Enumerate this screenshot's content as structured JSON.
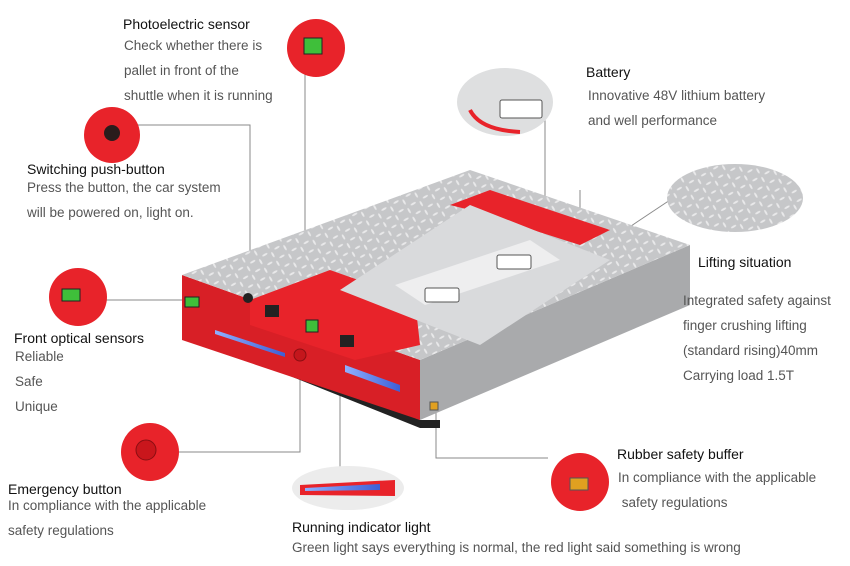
{
  "callouts": {
    "photoelectric": {
      "title": "Photoelectric sensor",
      "lines": [
        "Check whether there is",
        "pallet in front of the",
        "shuttle when it is running"
      ]
    },
    "switching": {
      "title": "Switching push-button",
      "lines": [
        "Press the button, the car system",
        "will be powered on, light on."
      ]
    },
    "front_optical": {
      "title": "Front optical sensors",
      "lines": [
        "Reliable",
        "Safe",
        "Unique"
      ]
    },
    "emergency": {
      "title": "Emergency button",
      "lines": [
        "In compliance with the applicable",
        "safety regulations"
      ]
    },
    "running_light": {
      "title": "Running indicator light",
      "lines": [
        "Green light says everything is normal, the red light said something is wrong"
      ]
    },
    "battery": {
      "title": "Battery",
      "lines": [
        "Innovative 48V lithium battery",
        "and well performance"
      ]
    },
    "lifting": {
      "title": "Lifting situation",
      "lines": [
        "Integrated safety against",
        "finger crushing lifting",
        "(standard rising)40mm",
        "Carrying load 1.5T"
      ]
    },
    "rubber": {
      "title": "Rubber safety buffer",
      "lines": [
        "In compliance with the applicable",
        " safety regulations"
      ]
    }
  },
  "colors": {
    "body_red": "#e8232a",
    "plate_silver": "#cfd0d2",
    "plate_grey": "#b9babc",
    "sensor_green": "#3fbf3a",
    "indicator_blue": "#5b7be8",
    "leader_line": "#8a8a8a"
  },
  "icons": [
    "photoelectric-sensor-zoom",
    "push-button-zoom",
    "optical-sensor-zoom",
    "emergency-button-zoom",
    "indicator-light-zoom",
    "battery-zoom",
    "lifting-zoom",
    "rubber-buffer-zoom"
  ]
}
